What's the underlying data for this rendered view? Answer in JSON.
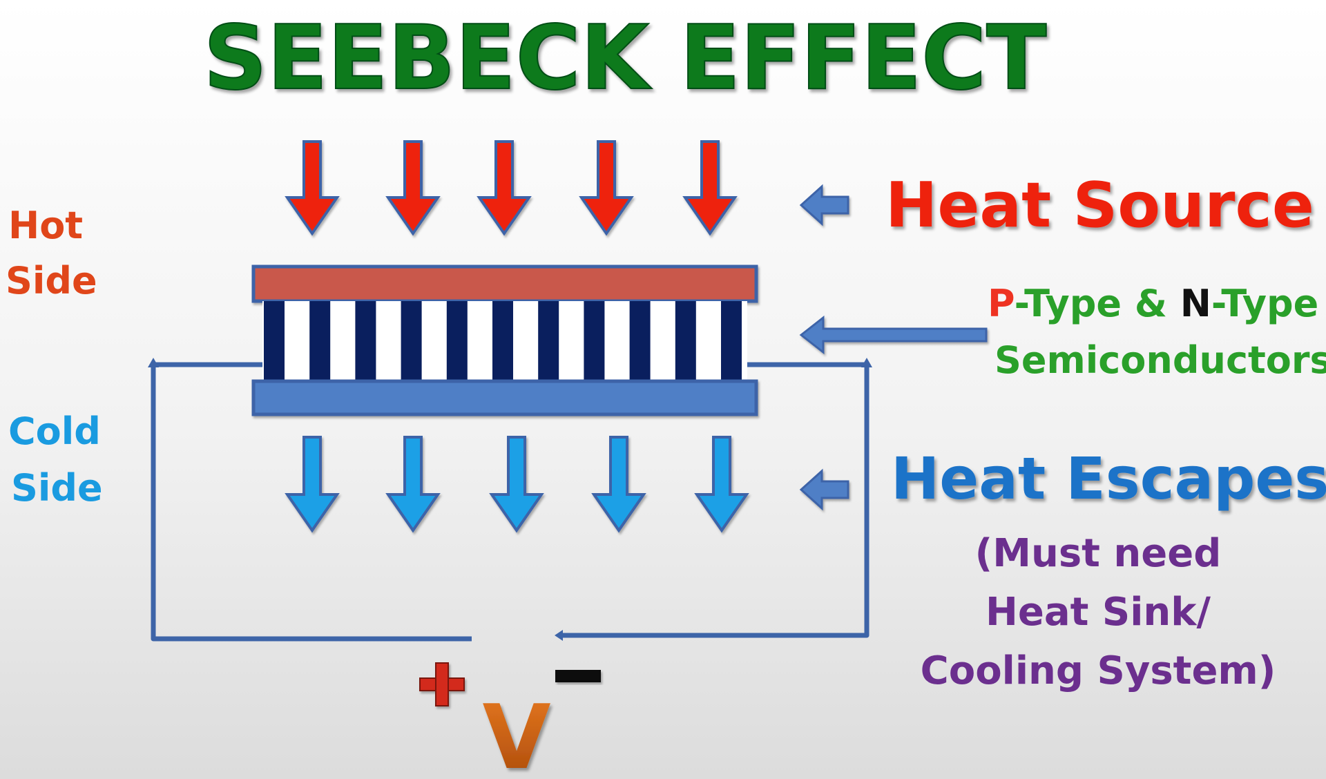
{
  "title": "SEEBECK EFFECT",
  "labels": {
    "hot_line1": "Hot",
    "hot_line2": "Side",
    "cold_line1": "Cold",
    "cold_line2": "Side",
    "heat_source": "Heat Source",
    "p_type": "P",
    "p_type_rest": "-Type & ",
    "n_type": "N",
    "n_type_rest": "-Type",
    "semiconductors": "Semiconductors",
    "heat_escapes": "Heat Escapes",
    "note_line1": "(Must need",
    "note_line2": "Heat Sink/",
    "note_line3": "Cooling System)",
    "plus": "+",
    "minus": "−",
    "voltage": "V"
  },
  "colors": {
    "title_green": "#0b7a1d",
    "hot_red": "#ee2211",
    "hot_plate": "#c9594b",
    "cold_blue": "#1aa0e6",
    "cold_plate": "#4f7fc6",
    "semiconductor_navy": "#0a1f5e",
    "wire_blue": "#3d64a8",
    "heat_escape_blue": "#1c73c8",
    "note_purple": "#6b2f8e",
    "semis_green": "#2aa02a",
    "voltage_orange": "#c85a10"
  }
}
